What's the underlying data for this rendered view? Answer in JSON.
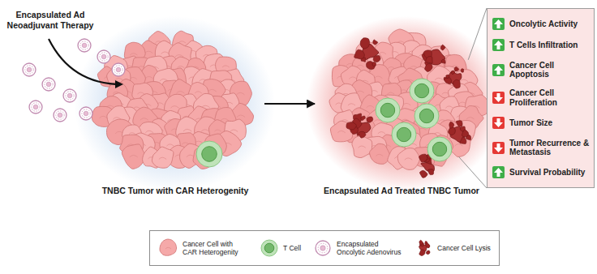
{
  "diagram": {
    "nodes": [
      {
        "text": [
          "TNBC Tumor with CAR Heterogenity"
        ]
      },
      {
        "text": [
          "Encapsulated Ad Treated TNBC Tumor"
        ]
      },
      {
        "text": [
          "Oncolytic Activity",
          "T Cells Infiltration",
          "Cancer Cell Apoptosis",
          "Cancer Cell Proliferation",
          "Tumor Size",
          "Tumor Recurrence & Metastasis",
          "Survival Probability"
        ]
      }
    ],
    "edges": [
      {
        "from": 0,
        "to": 1,
        "arrow": "to"
      },
      {
        "from": 1,
        "to": 2,
        "arrow": "none"
      },
      {
        "from": 1,
        "to": 2,
        "arrow": "none"
      }
    ],
    "labels": [
      "Encapsulated Ad Neoadjuvant Therapy"
    ],
    "legend": [
      {
        "text": "Cancer Cell with CAR Heterogenity"
      },
      {
        "text": "T Cell"
      },
      {
        "text": "Encapsulated Oncolytic Adenovirus"
      },
      {
        "text": "Cancer Cell Lysis"
      }
    ]
  }
}
